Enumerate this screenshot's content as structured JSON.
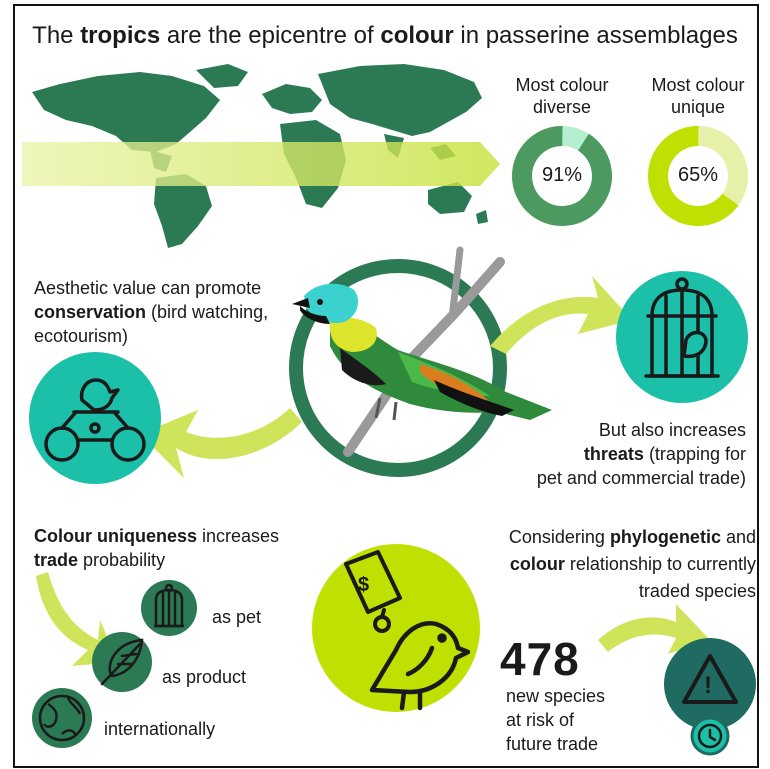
{
  "title": {
    "pre": "The ",
    "b1": "tropics",
    "mid": " are the epicentre of ",
    "b2": "colour",
    "post": " in passerine assemblages"
  },
  "donuts": {
    "diverse": {
      "label_line1": "Most colour",
      "label_line2": "diverse",
      "value_text": "91%",
      "value": 91,
      "color": "#4c9a5f",
      "rest_color": "#b6efcf"
    },
    "unique": {
      "label_line1": "Most colour",
      "label_line2": "unique",
      "value_text": "65%",
      "value": 65,
      "color": "#bfe000",
      "rest_color": "#e6f0a8"
    }
  },
  "aesthetic": {
    "line1": "Aesthetic value can promote",
    "bold": "conservation",
    "line2_rest": " (bird watching,",
    "line3": "ecotourism)"
  },
  "threats": {
    "line1": "But also increases",
    "bold": "threats",
    "line2_rest": " (trapping for",
    "line3": "pet and commercial trade)"
  },
  "uniqueness": {
    "bold1": "Colour uniqueness",
    "line1_rest": " increases",
    "bold2": "trade",
    "line2_rest": " probability",
    "pet": "as pet",
    "product": "as product",
    "internationally": "internationally"
  },
  "phylo": {
    "line1_pre": "Considering ",
    "line1_bold": "phylogenetic",
    "line1_post": " and",
    "line2_bold": "colour",
    "line2_rest": " relationship to currently",
    "line3": "traded species"
  },
  "risk": {
    "number": "478",
    "line1": "new species",
    "line2": "at risk of",
    "line3": "future trade"
  },
  "tag_symbol": "$",
  "warning_symbol": "!",
  "colors": {
    "dark_green": "#2c7a53",
    "teal": "#1cbfa7",
    "lime": "#bfe000",
    "lime_arrow": "#cfe45a",
    "medium_green": "#4c9a5f",
    "dark_teal": "#1f6b61",
    "icon_line": "#1a1a1a"
  },
  "icons": [
    "world-map",
    "bird-perch-icon",
    "binoculars-icon",
    "birdcage-icon",
    "feather-icon",
    "globe-icon",
    "price-tag-icon",
    "bird-icon",
    "warning-icon",
    "clock-icon"
  ]
}
